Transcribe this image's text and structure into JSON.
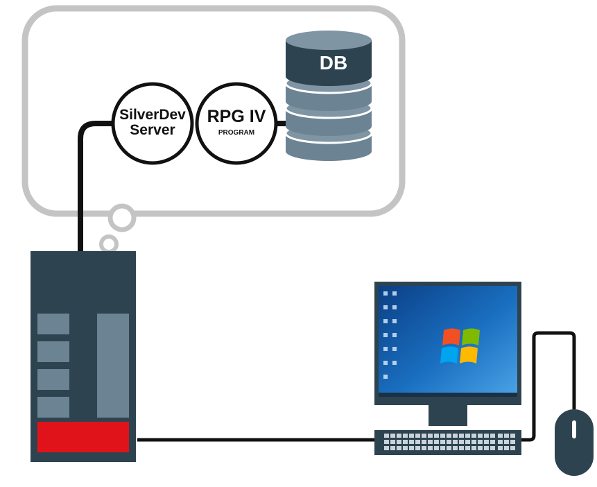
{
  "diagram": {
    "database": {
      "label": "DB",
      "icon": "database-icon"
    },
    "silverdev": {
      "line1": "SilverDev",
      "line2": "Server"
    },
    "rpg": {
      "title": "RPG IV",
      "subtitle": "PROGRAM"
    },
    "server": {
      "icon": "server-tower-icon"
    },
    "workstation": {
      "icon": "desktop-computer-icon",
      "os_logo": "windows-logo-icon"
    },
    "mouse": {
      "icon": "mouse-icon"
    }
  },
  "colors": {
    "dark_slate": "#2e4350",
    "steel": "#6c8394",
    "light_steel": "#7f95a4",
    "red": "#e0131b",
    "cloud_outline": "#c4c4c4",
    "cable": "#111111",
    "screen_blue": "#1a6fc0"
  }
}
